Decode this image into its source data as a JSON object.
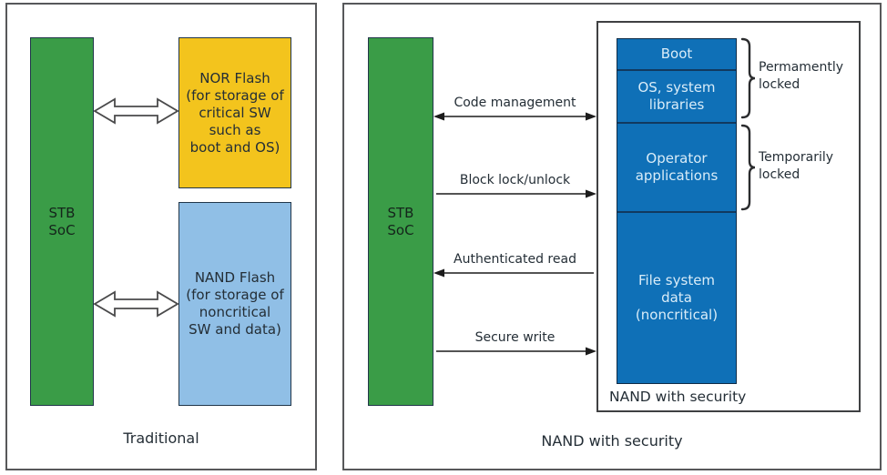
{
  "colors": {
    "panel-border": "#57585a",
    "box-border": "#3f4042",
    "green": "#3a9c47",
    "yellow": "#f3c41d",
    "light-blue": "#90bfe6",
    "dark-blue": "#0f70b7",
    "divider-blue": "#11395f",
    "dark-text": "#242e36",
    "light-text": "#d9ecf8",
    "arrow-line": "#1c1c1c"
  },
  "left_panel": {
    "caption": "Traditional",
    "soc_label": "STB\nSoC",
    "nor_label": "NOR Flash\n(for storage of\ncritical SW\nsuch as\nboot and OS)",
    "nand_label": "NAND Flash\n(for storage of\nnoncritical\nSW and data)"
  },
  "right_panel": {
    "caption": "NAND with security",
    "soc_label": "STB\nSoC",
    "arrows": [
      {
        "label": "Code management",
        "direction": "both"
      },
      {
        "label": "Block lock/unlock",
        "direction": "right"
      },
      {
        "label": "Authenticated read",
        "direction": "left"
      },
      {
        "label": "Secure write",
        "direction": "right"
      }
    ],
    "nand_box": {
      "label": "NAND with security",
      "sections": [
        {
          "label": "Boot"
        },
        {
          "label": "OS, system\nlibraries"
        },
        {
          "label": "Operator\napplications"
        },
        {
          "label": "File system\ndata\n(noncritical)"
        }
      ],
      "annotations": [
        {
          "label": "Permamently\nlocked"
        },
        {
          "label": "Temporarily\nlocked"
        }
      ]
    }
  }
}
